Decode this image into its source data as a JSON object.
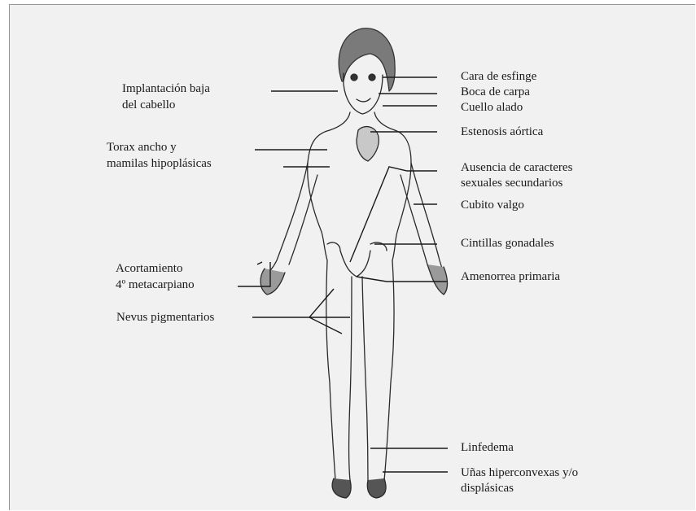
{
  "labels_left": {
    "hairline_1": "Implantación baja",
    "hairline_2": "del cabello",
    "chest_1": "Torax ancho y",
    "chest_2": "mamilas hipoplásicas",
    "metacarpal_1": "Acortamiento",
    "metacarpal_2": "4º metacarpiano",
    "nevus": "Nevus pigmentarios"
  },
  "labels_right": {
    "face": "Cara de esfinge",
    "mouth": "Boca de carpa",
    "neck": "Cuello alado",
    "aortic": "Estenosis aórtica",
    "sexual_1": "Ausencia de caracteres",
    "sexual_2": "sexuales secundarios",
    "cubitus": "Cubito valgo",
    "gonadal": "Cintillas gonadales",
    "amenorrhea": "Amenorrea primaria",
    "lymphedema": "Linfedema",
    "nails_1": "Uñas hiperconvexas y/o",
    "nails_2": "displásicas"
  },
  "colors": {
    "ink": "#1a1a1a",
    "panel": "#f1f1f1",
    "frame": "#5aa9c9"
  }
}
